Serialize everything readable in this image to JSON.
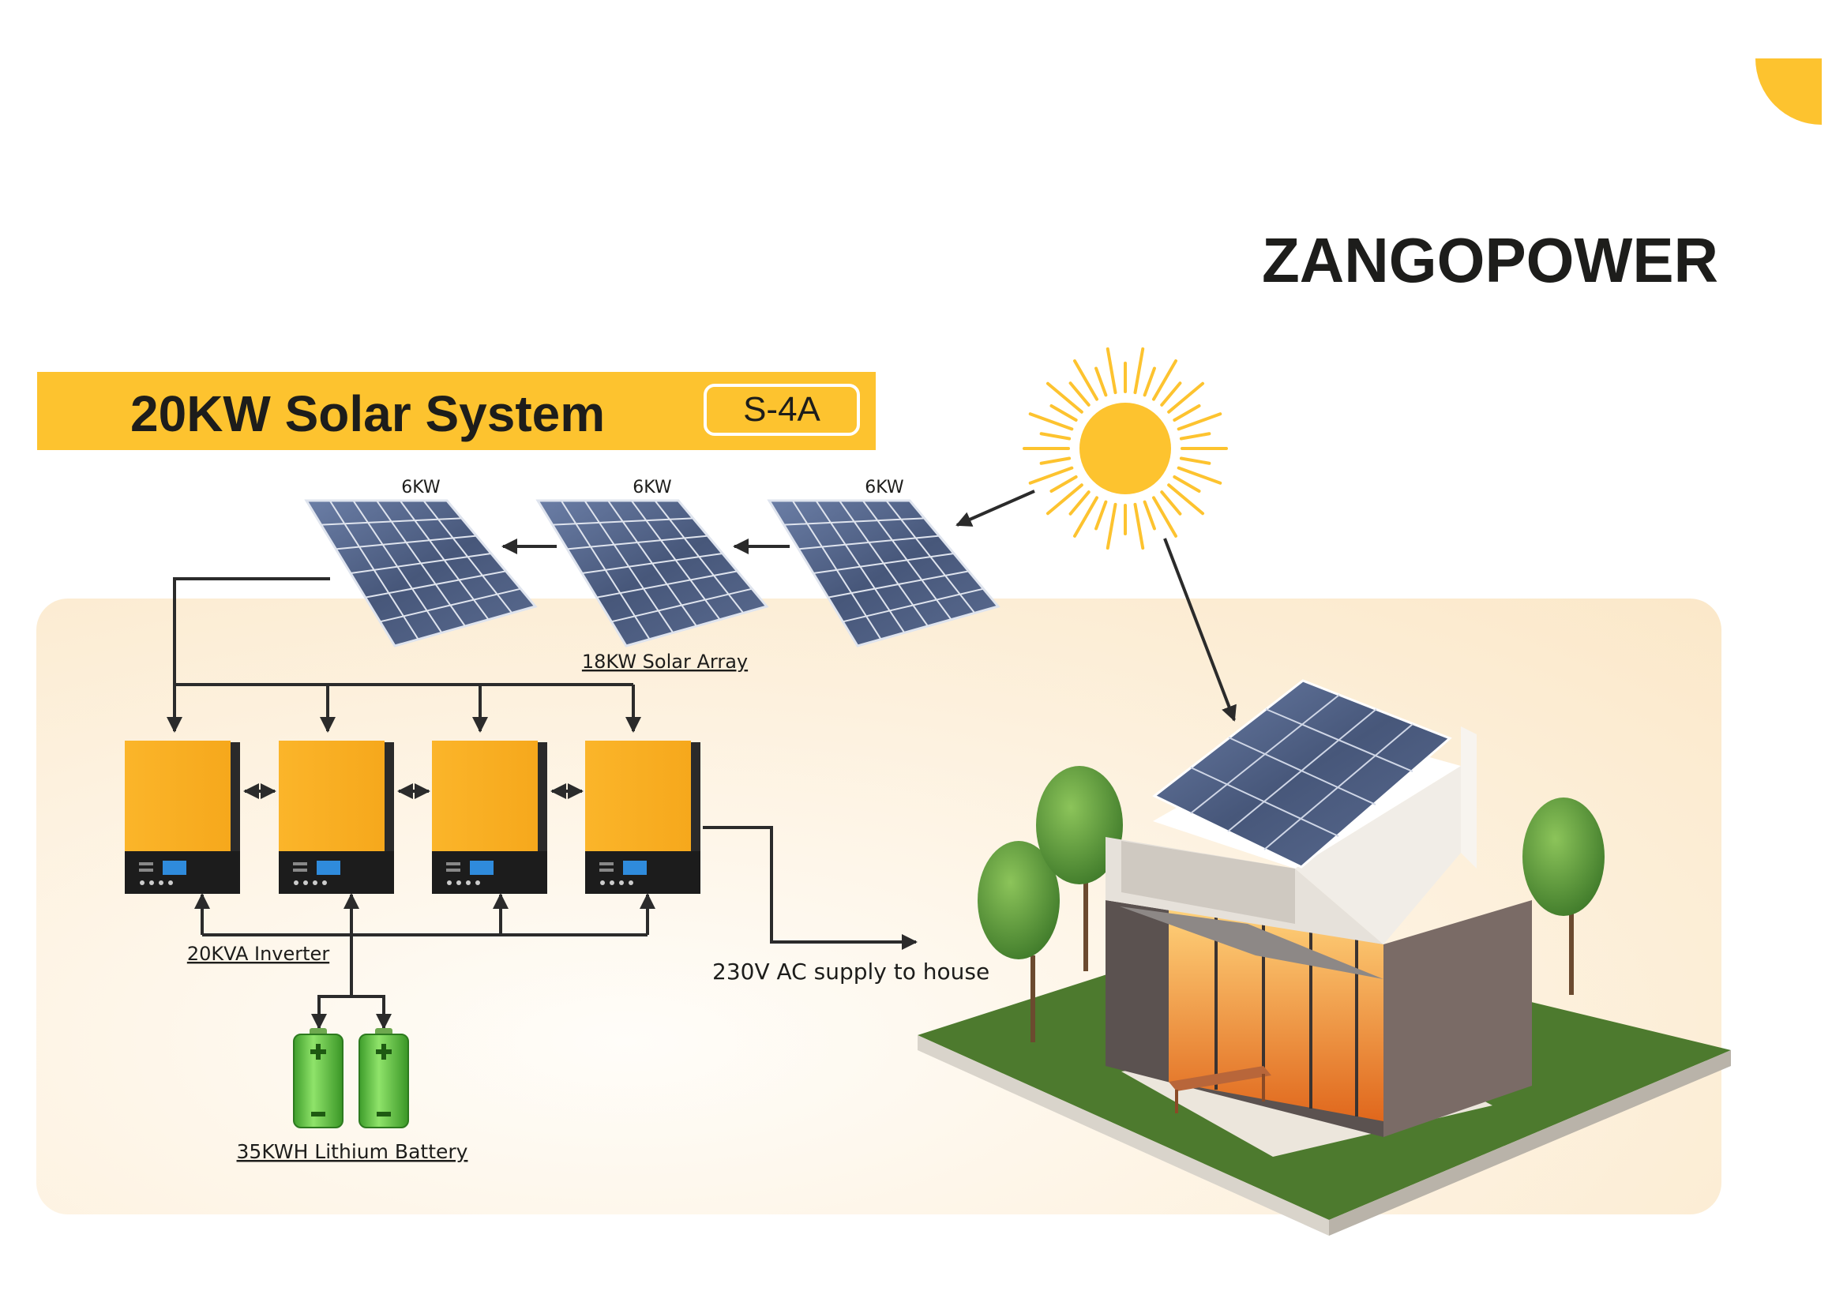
{
  "brand": {
    "name": "ZANGOPOWER"
  },
  "header": {
    "title": "20KW Solar System",
    "model": "S-4A"
  },
  "diagram": {
    "panels": [
      {
        "rating": "6KW"
      },
      {
        "rating": "6KW"
      },
      {
        "rating": "6KW"
      }
    ],
    "array_label": "18KW Solar Array",
    "inverter_count": 4,
    "inverter_label": "20KVA Inverter",
    "battery_count": 2,
    "battery_label": "35KWH Lithium Battery",
    "supply_label": "230V AC supply to house"
  },
  "colors": {
    "accent": "#fdc32f",
    "text": "#1d1d1b",
    "inverter": "#fbb52a",
    "battery": "#5ac43e",
    "panel": "#47577a"
  },
  "icons": [
    "sun-icon",
    "solar-panel-icon",
    "inverter-icon",
    "battery-icon",
    "house-icon",
    "tree-icon"
  ]
}
